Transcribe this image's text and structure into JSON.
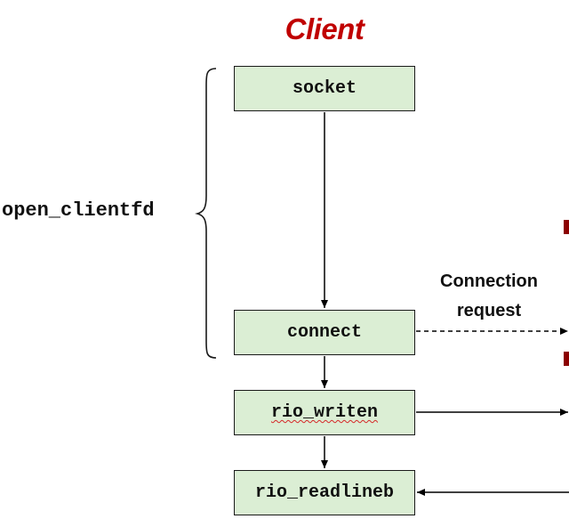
{
  "diagram": {
    "title": "Client",
    "group_label": "open_clientfd",
    "connection_label": {
      "line1": "Connection",
      "line2": "request"
    },
    "steps": [
      {
        "label": "socket"
      },
      {
        "label": "connect"
      },
      {
        "label": "rio_writen"
      },
      {
        "label": "rio_readlineb"
      }
    ]
  },
  "colors": {
    "title": "#c00000",
    "box_fill": "#dbeed4",
    "box_border": "#1a1a1a",
    "edge_marker": "#8b0000",
    "spellcheck_underline": "#d62828"
  }
}
